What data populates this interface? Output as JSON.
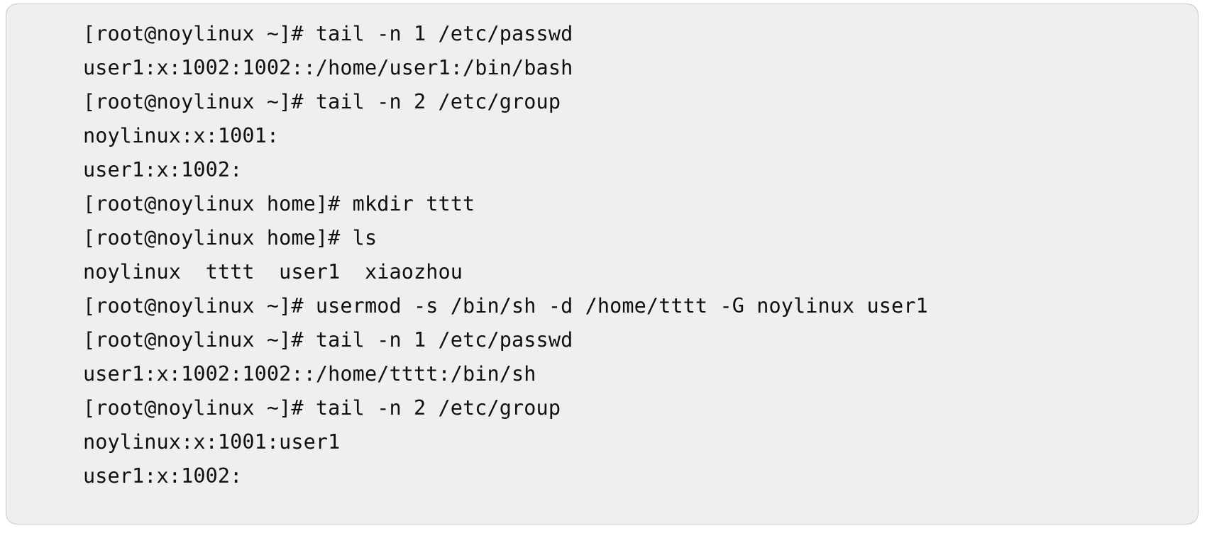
{
  "terminal": {
    "background_color": "#efefef",
    "border_color": "#c9c9c9",
    "text_color": "#0f0f0f",
    "lines": [
      {
        "id": "line-01",
        "text": "[root@noylinux ~]# tail -n 1 /etc/passwd"
      },
      {
        "id": "line-02",
        "text": "user1:x:1002:1002::/home/user1:/bin/bash"
      },
      {
        "id": "line-03",
        "text": "[root@noylinux ~]# tail -n 2 /etc/group"
      },
      {
        "id": "line-04",
        "text": "noylinux:x:1001:"
      },
      {
        "id": "line-05",
        "text": "user1:x:1002:"
      },
      {
        "id": "line-06",
        "text": "[root@noylinux home]# mkdir tttt"
      },
      {
        "id": "line-07",
        "text": "[root@noylinux home]# ls"
      },
      {
        "id": "line-08",
        "text": "noylinux  tttt  user1  xiaozhou"
      },
      {
        "id": "line-09",
        "text": "[root@noylinux ~]# usermod -s /bin/sh -d /home/tttt -G noylinux user1"
      },
      {
        "id": "line-10",
        "text": "[root@noylinux ~]# tail -n 1 /etc/passwd"
      },
      {
        "id": "line-11",
        "text": "user1:x:1002:1002::/home/tttt:/bin/sh"
      },
      {
        "id": "line-12",
        "text": "[root@noylinux ~]# tail -n 2 /etc/group"
      },
      {
        "id": "line-13",
        "text": "noylinux:x:1001:user1"
      },
      {
        "id": "line-14",
        "text": "user1:x:1002:"
      }
    ]
  }
}
